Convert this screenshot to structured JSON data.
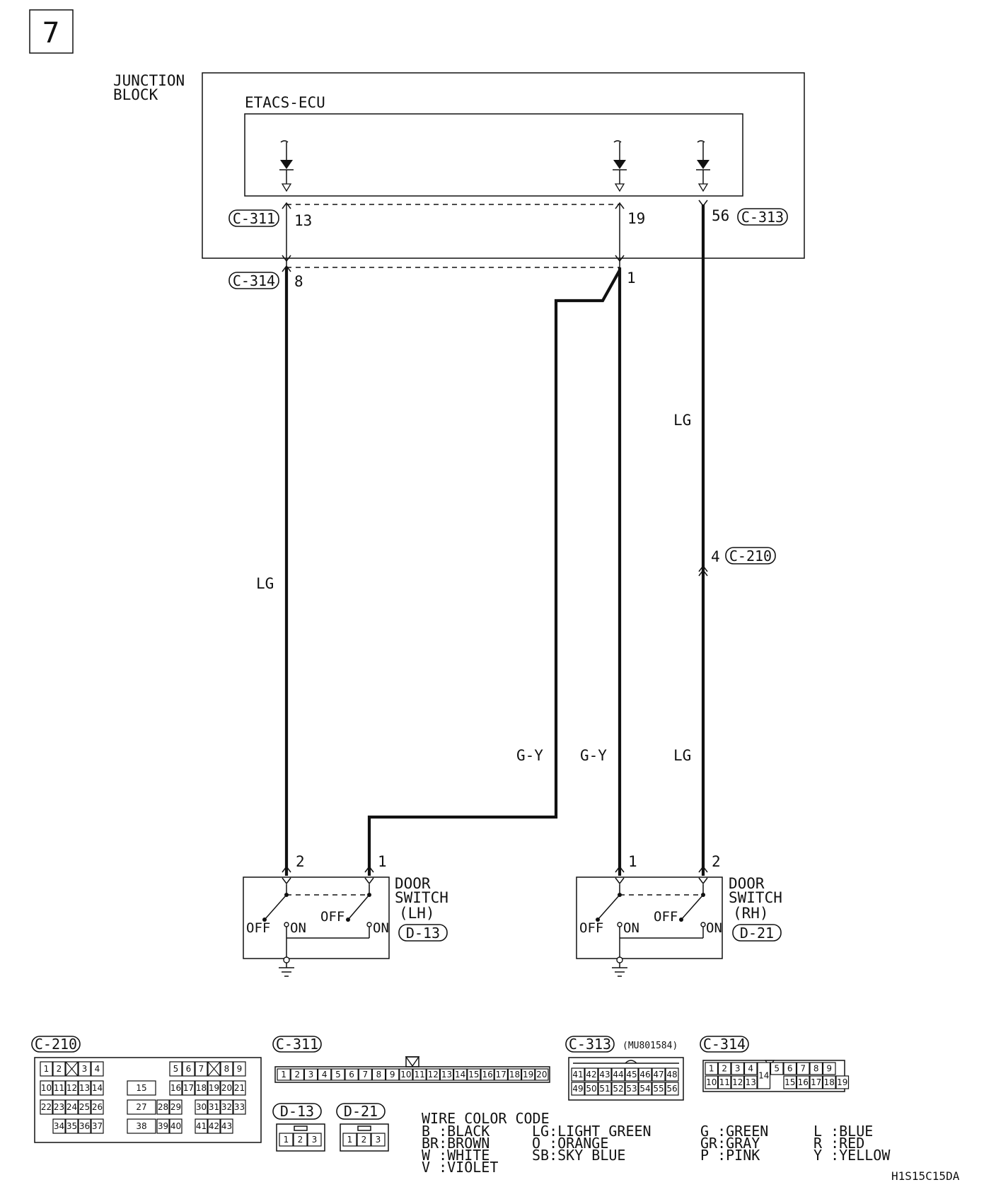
{
  "page_number": "7",
  "junction_block": {
    "label_line1": "JUNCTION",
    "label_line2": "BLOCK"
  },
  "ecu": {
    "label": "ETACS-ECU"
  },
  "connectors": {
    "c311": "C-311",
    "c313": "C-313",
    "c314": "C-314",
    "c210": "C-210",
    "d13": "D-13",
    "d21": "D-21"
  },
  "pins": {
    "c311_pin": "13",
    "c311_19": "19",
    "c313_pin": "56",
    "c314_pin": "8",
    "c314_1": "1",
    "c210_pin": "4",
    "lh_2": "2",
    "lh_1": "1",
    "rh_1": "1",
    "rh_2": "2"
  },
  "wire_colors": {
    "lg_left": "LG",
    "lg_right_upper": "LG",
    "lg_right_lower": "LG",
    "gy_left": "G-Y",
    "gy_right": "G-Y"
  },
  "door_switch_lh": {
    "line1": "DOOR",
    "line2": "SWITCH",
    "line3": "(LH)",
    "off_left": "OFF",
    "on_left": "ON",
    "off_right": "OFF",
    "on_right": "ON"
  },
  "door_switch_rh": {
    "line1": "DOOR",
    "line2": "SWITCH",
    "line3": "(RH)",
    "off_left": "OFF",
    "on_left": "ON",
    "off_right": "OFF",
    "on_right": "ON"
  },
  "connector_views": {
    "c210_title": "C-210",
    "c311_title": "C-311",
    "c313_title": "C-313",
    "c313_part": "(MU801584)",
    "c314_title": "C-314",
    "d13_title": "D-13",
    "d21_title": "D-21",
    "c210_cells": [
      "1",
      "2",
      "3",
      "4",
      "5",
      "6",
      "7",
      "8",
      "9",
      "10",
      "11",
      "12",
      "13",
      "14",
      "15",
      "16",
      "17",
      "18",
      "19",
      "20",
      "21",
      "22",
      "23",
      "24",
      "25",
      "26",
      "27",
      "28",
      "29",
      "30",
      "31",
      "32",
      "33",
      "34",
      "35",
      "36",
      "37",
      "38",
      "39",
      "40",
      "41",
      "42",
      "43"
    ],
    "c311_cells": [
      "1",
      "2",
      "3",
      "4",
      "5",
      "6",
      "7",
      "8",
      "9",
      "10",
      "11",
      "12",
      "13",
      "14",
      "15",
      "16",
      "17",
      "18",
      "19",
      "20"
    ],
    "c313_cells": [
      "41",
      "42",
      "43",
      "44",
      "45",
      "46",
      "47",
      "48",
      "49",
      "50",
      "51",
      "52",
      "53",
      "54",
      "55",
      "56"
    ],
    "c314_cells": [
      "1",
      "2",
      "3",
      "4",
      "5",
      "6",
      "7",
      "8",
      "9",
      "10",
      "11",
      "12",
      "13",
      "14",
      "15",
      "16",
      "17",
      "18",
      "19"
    ],
    "d_cells": [
      "1",
      "2",
      "3"
    ]
  },
  "legend": {
    "title": "WIRE COLOR CODE",
    "entries": [
      "B :BLACK",
      "BR:BROWN",
      "W :WHITE",
      "V :VIOLET",
      "LG:LIGHT GREEN",
      "O :ORANGE",
      "SB:SKY BLUE",
      "G :GREEN",
      "GR:GRAY",
      "P :PINK",
      "L :BLUE",
      "R :RED",
      "Y :YELLOW"
    ]
  },
  "drawing_code": "H1S15C15DA"
}
